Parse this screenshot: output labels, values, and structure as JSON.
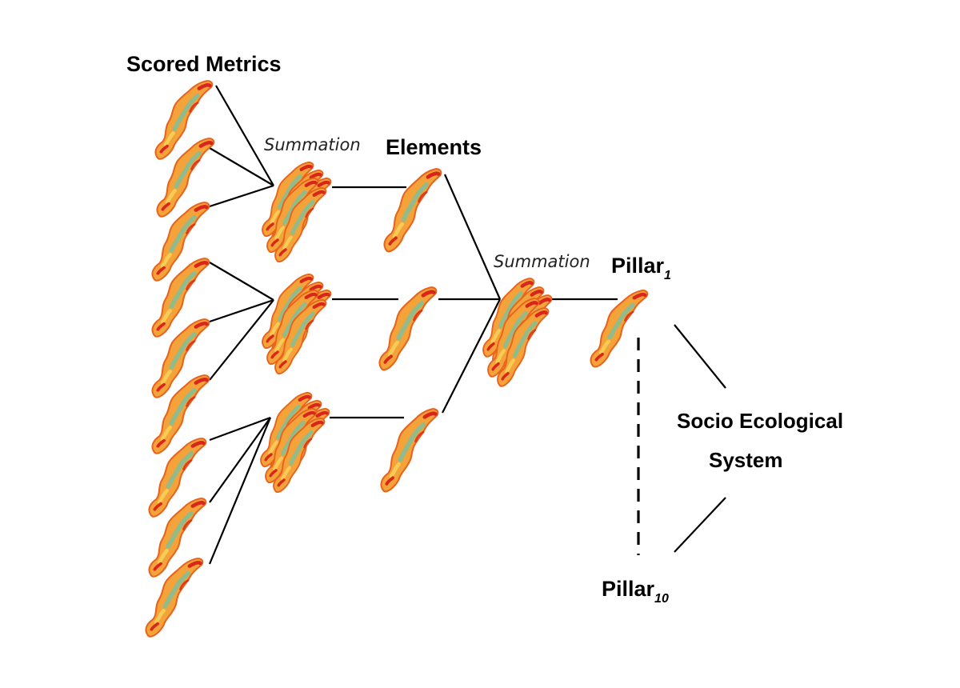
{
  "labels": {
    "scored_metrics": "Scored Metrics",
    "summation_1": "Summation",
    "elements": "Elements",
    "summation_2": "Summation",
    "pillar_1_base": "Pillar",
    "pillar_1_sub": "1",
    "pillar_10_base": "Pillar",
    "pillar_10_sub": "10",
    "ses_line1": "Socio Ecological",
    "ses_line2": "System"
  },
  "colors": {
    "map_outline": "#e8631c",
    "map_fill": "#f4a23a",
    "map_hot": "#d9261c",
    "map_green": "#7fbf9a",
    "map_yellow": "#f6d05a",
    "line": "#000000"
  },
  "icons": {
    "map": "region-heatmap-icon"
  }
}
